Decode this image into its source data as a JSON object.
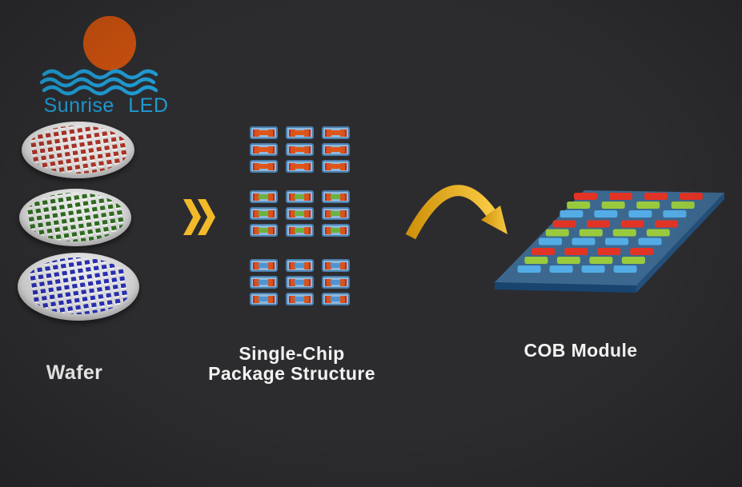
{
  "logo": {
    "text": "Sunrise LED",
    "text_color": "#1f9ad2",
    "sun_color": "#c8500f",
    "wave_color": "#1f9ad2",
    "icons": [
      "sun-icon",
      "waves-icon"
    ]
  },
  "process": {
    "wafer": {
      "label": "Wafer",
      "base_color": "#d9d9d9",
      "wafers": [
        {
          "name": "red-wafer",
          "chip_color": "#a93327",
          "chip_edge": "#f4f4f4",
          "cols": 12,
          "rows": 8
        },
        {
          "name": "green-wafer",
          "chip_color": "#2e6b1e",
          "chip_edge": "#f4f4f4",
          "cols": 12,
          "rows": 8
        },
        {
          "name": "blue-wafer",
          "chip_color": "#2a2fae",
          "chip_edge": "#f4f4f4",
          "cols": 12,
          "rows": 9
        }
      ]
    },
    "package": {
      "label_line1": "Single-Chip",
      "label_line2": "Package Structure",
      "tile": {
        "body": "#8fb9dc",
        "border": "#4a7fae",
        "pad": "#d9531c",
        "stripe": "#c22b1a"
      },
      "groups": [
        {
          "variant": "red",
          "center": "#e0561a",
          "rows": 3,
          "cols": 3
        },
        {
          "variant": "green",
          "center": "#6cb23e",
          "rows": 3,
          "cols": 3
        },
        {
          "variant": "blue",
          "center": "#4f93d2",
          "rows": 3,
          "cols": 3
        }
      ]
    },
    "cob": {
      "label": "COB Module",
      "board": {
        "top": "#3c688f",
        "front": "#17456f",
        "side": "#24517c"
      },
      "chip_colors": {
        "red": "#e23425",
        "green": "#99ca3e",
        "blue": "#54ace6"
      },
      "row_pattern": [
        "red",
        "green",
        "blue",
        "red",
        "green",
        "blue",
        "red",
        "green",
        "blue"
      ],
      "chips_per_row": 4
    }
  },
  "connectors": {
    "chevron_icon": "double-chevron-right",
    "chevron_color": "#f2b929",
    "arrow_icon": "curved-arrow-right",
    "arrow_color_dark": "#cf920c",
    "arrow_color_light": "#f8c942"
  }
}
